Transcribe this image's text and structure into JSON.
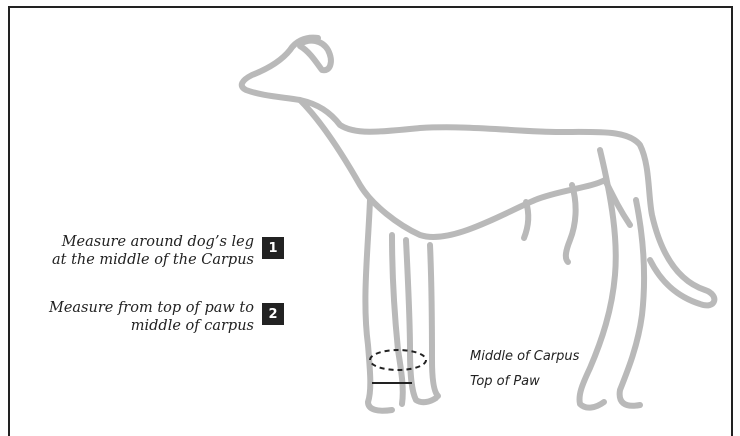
{
  "instructions": [
    {
      "number": "1",
      "line1": "Measure around dog’s leg",
      "line2": "at the middle of the Carpus"
    },
    {
      "number": "2",
      "line1": "Measure from top of paw to",
      "line2": "middle of carpus"
    }
  ],
  "labels": {
    "middle": "Middle of Carpus",
    "top": "Top of Paw"
  },
  "colors": {
    "dog": "#b9b9b9",
    "ink": "#222222"
  }
}
